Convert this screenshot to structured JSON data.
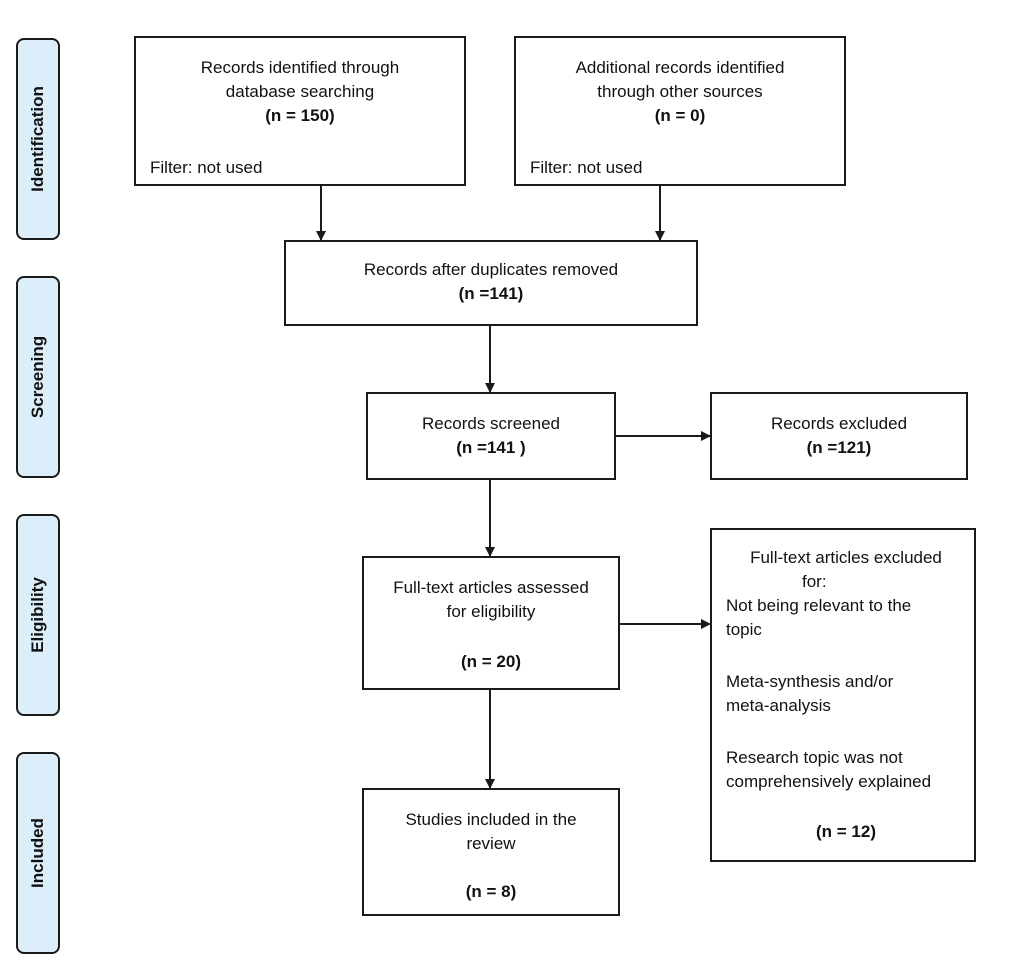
{
  "stages": {
    "identification": "Identification",
    "screening": "Screening",
    "eligibility": "Eligibility",
    "included": "Included"
  },
  "boxes": {
    "database": {
      "line1": "Records identified through",
      "line2": "database searching",
      "count": "(n = 150)",
      "filter": "Filter: not used"
    },
    "other": {
      "line1": "Additional records identified",
      "line2": "through other sources",
      "count": "(n = 0)",
      "filter": "Filter: not used"
    },
    "duplicates": {
      "line1": "Records after duplicates removed",
      "count": "(n =141)"
    },
    "screened": {
      "line1": "Records screened",
      "count": "(n =141 )"
    },
    "excluded": {
      "line1": "Records excluded",
      "count": "(n =121)"
    },
    "fulltext": {
      "line1": "Full-text articles assessed",
      "line2": "for eligibility",
      "count": "(n = 20)"
    },
    "fulltext_excluded": {
      "title1": "Full-text articles excluded",
      "title2": "for:",
      "reason1_line1": "Not being relevant to the",
      "reason1_line2": "topic",
      "reason2_line1": "Meta-synthesis and/or",
      "reason2_line2": "meta-analysis",
      "reason3_line1": "Research topic was not",
      "reason3_line2": "comprehensively explained",
      "count": "(n =  12)"
    },
    "included": {
      "line1": "Studies included in the",
      "line2": "review",
      "count": "(n = 8)"
    }
  }
}
